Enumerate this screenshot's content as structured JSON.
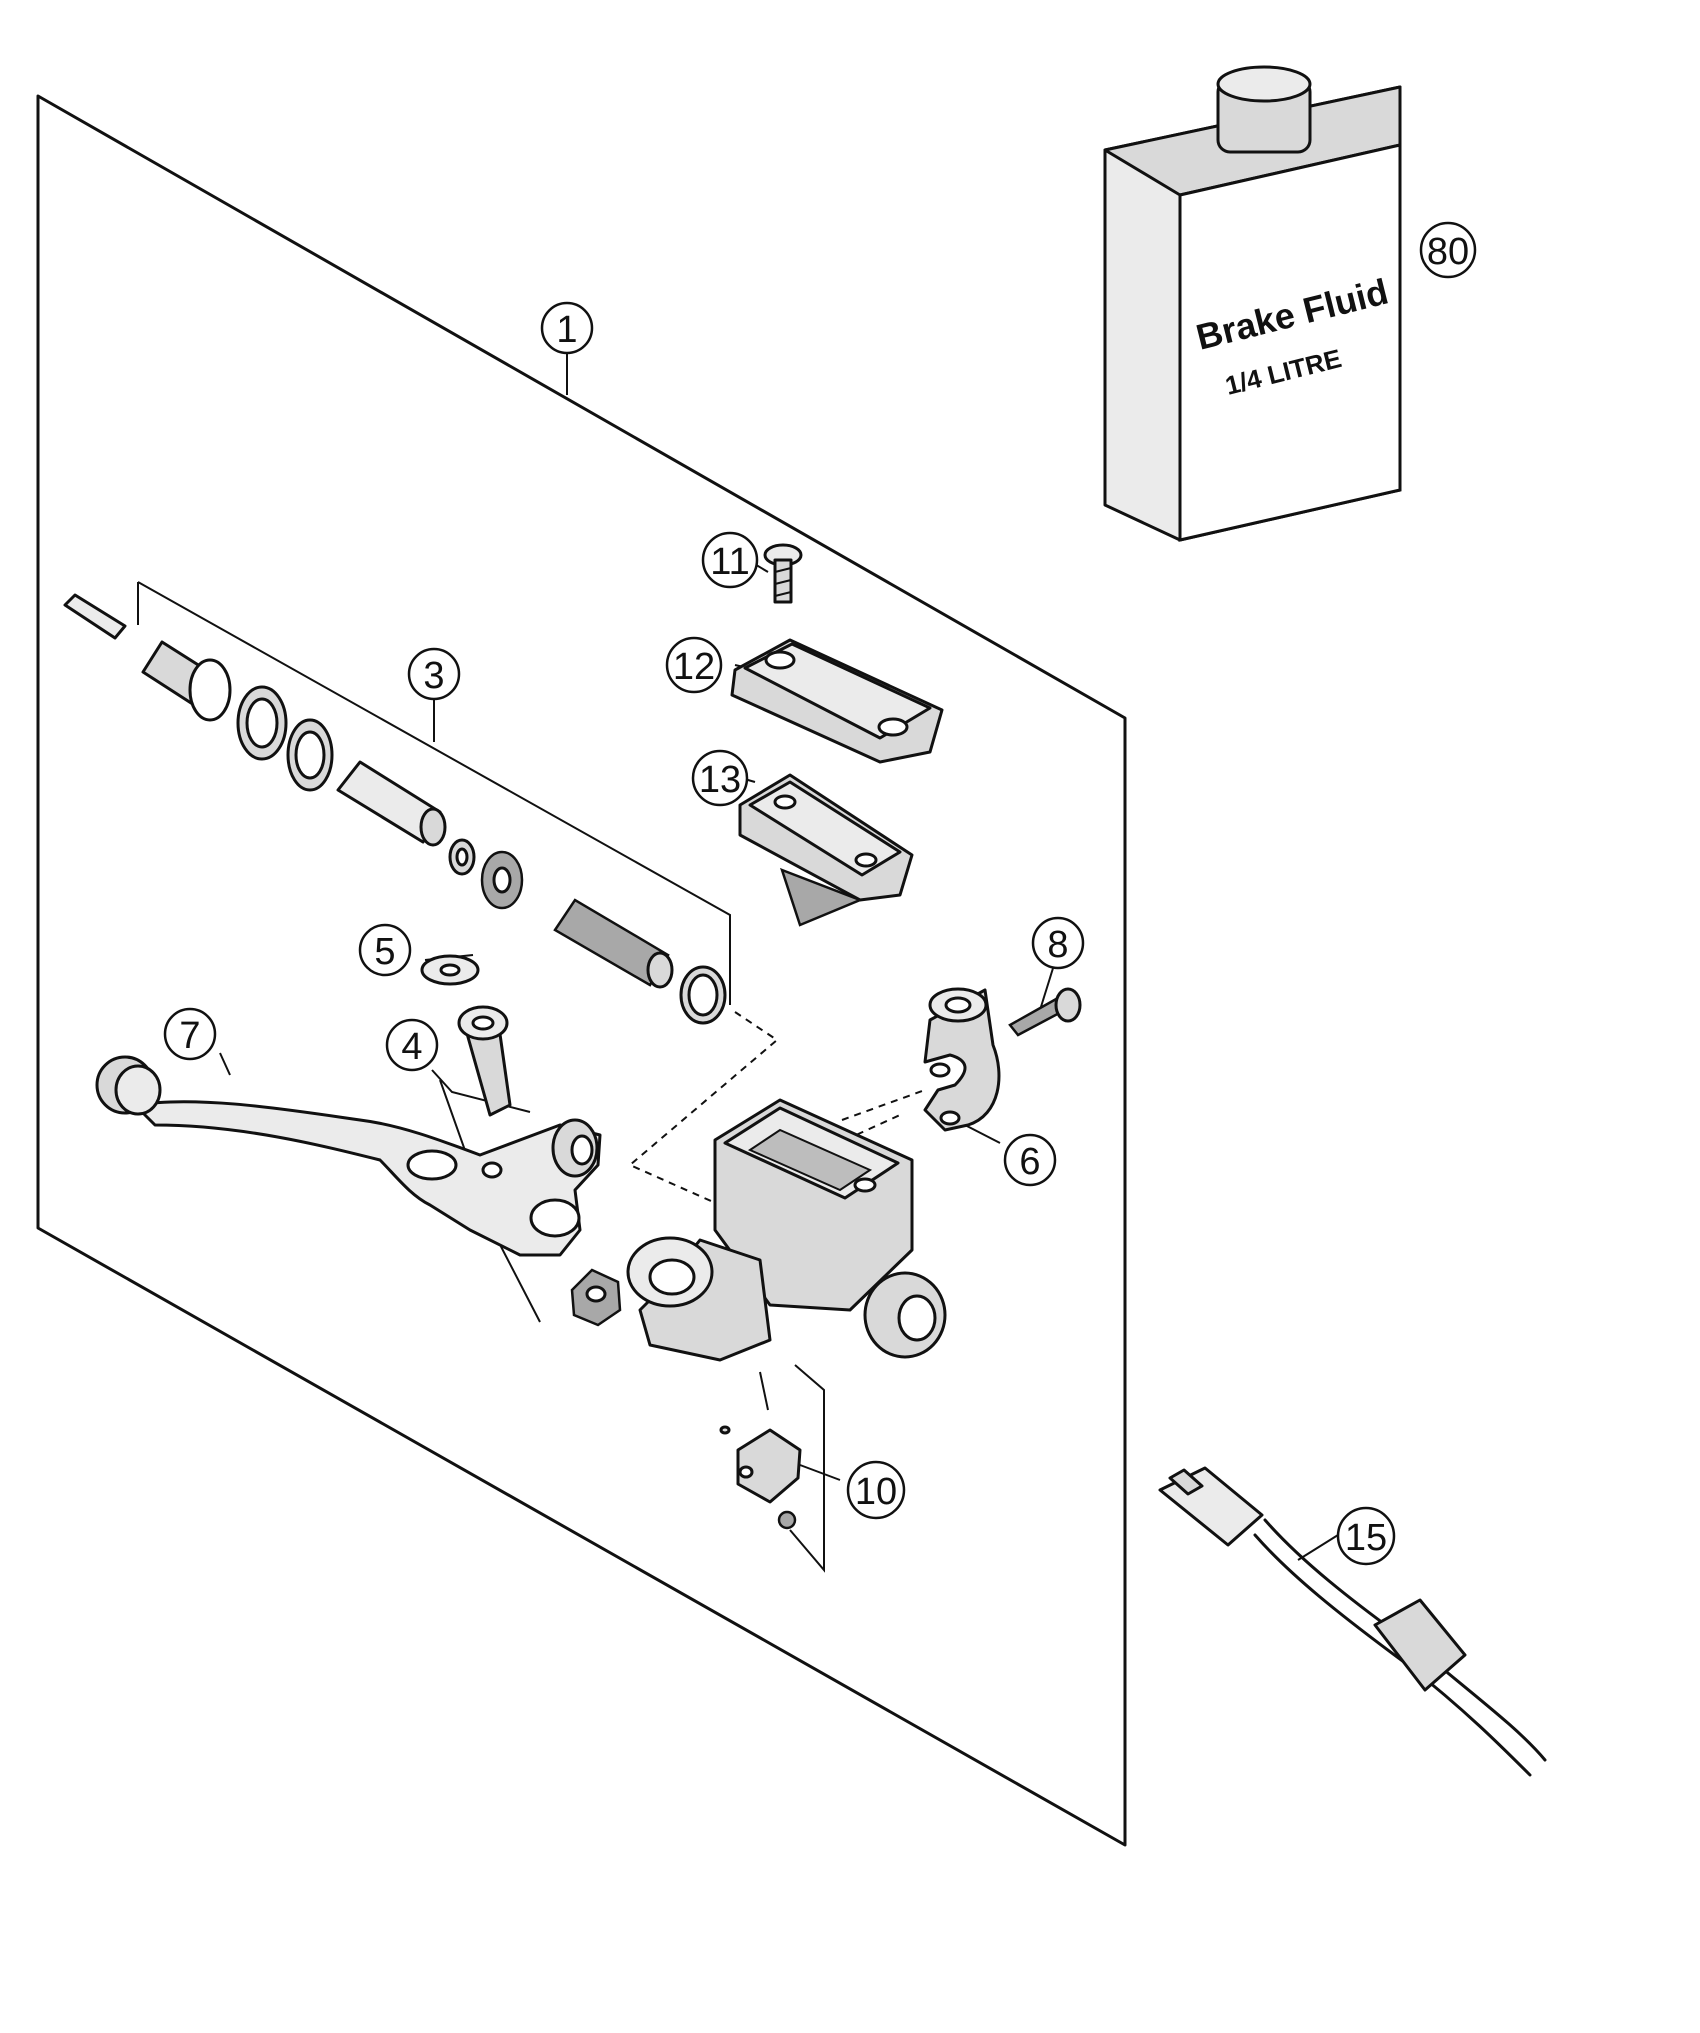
{
  "diagram": {
    "callouts": {
      "c1": "1",
      "c3": "3",
      "c4": "4",
      "c5": "5",
      "c6": "6",
      "c7": "7",
      "c8": "8",
      "c10": "10",
      "c11": "11",
      "c12": "12",
      "c13": "13",
      "c15": "15",
      "c80": "80"
    },
    "fluid_can": {
      "line1": "Brake Fluid",
      "line2": "1/4 LITRE"
    }
  }
}
